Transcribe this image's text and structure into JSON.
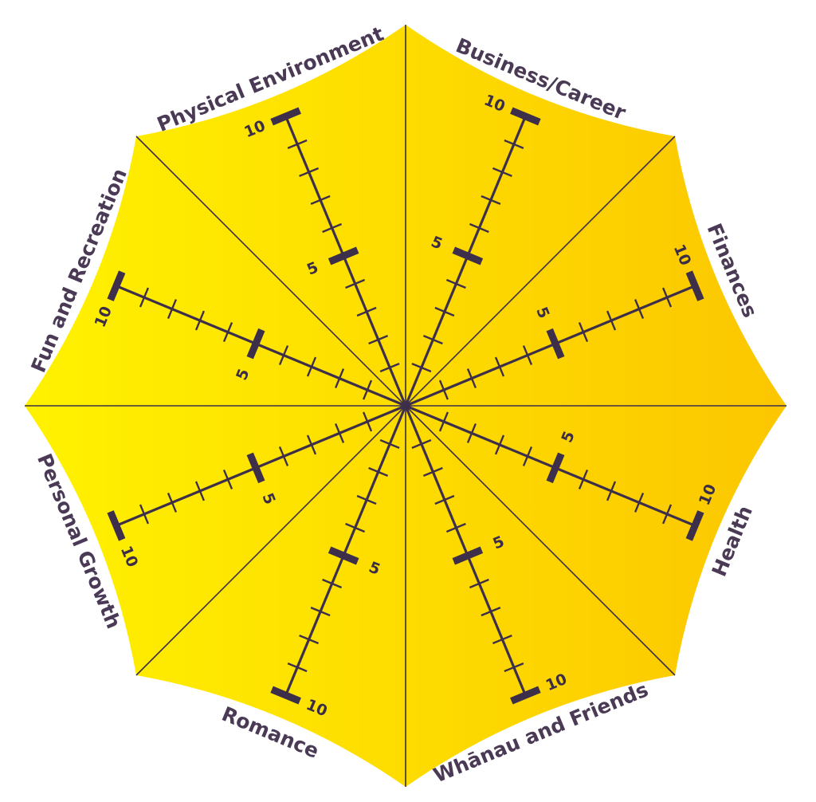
{
  "wheel": {
    "title": "",
    "scale_min": 0,
    "scale_max": 10,
    "major_tick_labels": [
      "5",
      "10"
    ],
    "colors": {
      "fill_light": "#fff200",
      "fill_dark": "#fcc600",
      "line": "#3d2f4a",
      "label": "#4a3a55"
    },
    "categories": [
      "Business/Career",
      "Finances",
      "Health",
      "Whānau and Friends",
      "Romance",
      "Personal Growth",
      "Fun and Recreation",
      "Physical Environment"
    ]
  }
}
